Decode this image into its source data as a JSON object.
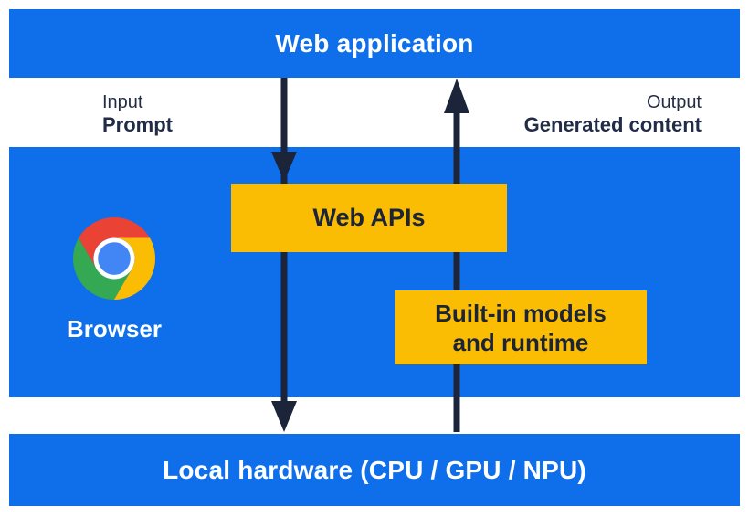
{
  "title": "Web application architecture diagram",
  "colors": {
    "panel_blue": "#0f6feb",
    "box_yellow": "#fbbc04",
    "arrow_navy": "#1b2438",
    "label_navy": "#222c46",
    "text_white": "#ffffff",
    "chrome_red": "#ea4335",
    "chrome_yellow": "#fbbc04",
    "chrome_green": "#34a853",
    "chrome_blue": "#4285f4"
  },
  "top_bar": {
    "label": "Web application"
  },
  "io_labels": {
    "input": {
      "line1": "Input",
      "line2": "Prompt"
    },
    "output": {
      "line1": "Output",
      "line2": "Generated content"
    }
  },
  "browser_panel": {
    "browser_label": "Browser",
    "web_apis_label": "Web APIs",
    "builtin_line1": "Built-in models",
    "builtin_line2": "and runtime"
  },
  "bottom_bar": {
    "label": "Local hardware (CPU / GPU / NPU)"
  },
  "icons": {
    "chrome_logo": "chrome-icon",
    "down_arrow": "arrow-down-icon",
    "up_arrow": "arrow-up-icon"
  }
}
